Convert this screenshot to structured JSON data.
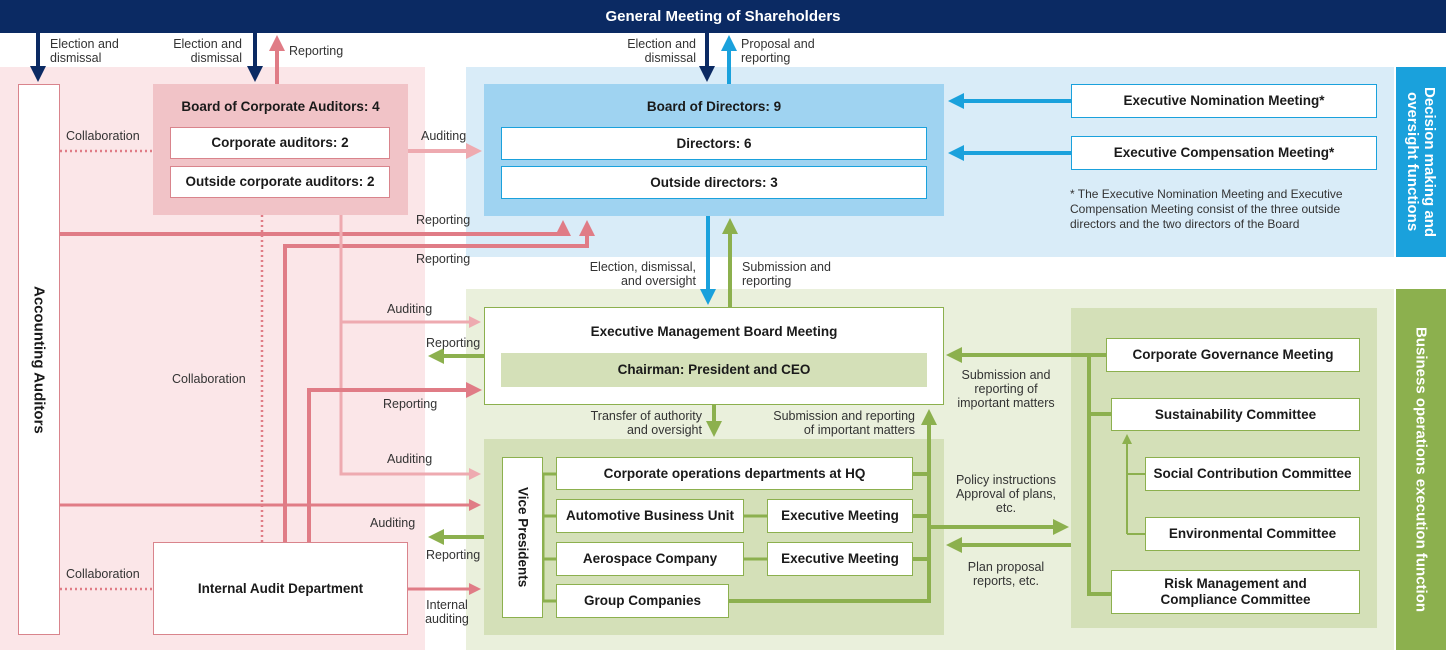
{
  "header": {
    "title": "General Meeting of Shareholders"
  },
  "side_labels": {
    "decision": "Decision making and oversight functions",
    "business": "Business operations execution function"
  },
  "accounting_auditors": "Accounting Auditors",
  "board_of_auditors": {
    "title": "Board of Corporate Auditors: 4",
    "items": [
      "Corporate auditors: 2",
      "Outside corporate auditors: 2"
    ]
  },
  "board_of_directors": {
    "title": "Board of Directors: 9",
    "items": [
      "Directors: 6",
      "Outside directors: 3"
    ]
  },
  "nomination_meeting": "Executive Nomination Meeting*",
  "compensation_meeting": "Executive Compensation Meeting*",
  "footnote": "* The Executive Nomination Meeting and Executive Compensation Meeting consist of the three outside directors and the two directors of the Board",
  "executive_board": {
    "title": "Executive Management Board Meeting",
    "chairman": "Chairman: President and CEO"
  },
  "vice_presidents": "Vice Presidents",
  "units": {
    "hq": "Corporate operations departments at HQ",
    "automotive": "Automotive Business Unit",
    "automotive_exec": "Executive Meeting",
    "aerospace": "Aerospace Company",
    "aerospace_exec": "Executive Meeting",
    "group": "Group Companies"
  },
  "internal_audit": "Internal Audit Department",
  "committees": {
    "governance": "Corporate Governance Meeting",
    "sustainability": "Sustainability Committee",
    "social": "Social Contribution Committee",
    "environmental": "Environmental Committee",
    "risk": "Risk Management and Compliance Committee"
  },
  "labels": {
    "election_dismissal": "Election and dismissal",
    "reporting": "Reporting",
    "proposal_reporting": "Proposal and reporting",
    "collaboration": "Collaboration",
    "auditing": "Auditing",
    "election_dismissal_oversight": "Election, dismissal, and oversight",
    "submission_reporting": "Submission and reporting",
    "transfer_authority": "Transfer of authority and oversight",
    "submission_important": "Submission and reporting of important matters",
    "submission_reporting_important": "Submission and reporting of important matters",
    "policy_instructions": "Policy instructions Approval of plans, etc.",
    "plan_proposal": "Plan proposal reports, etc.",
    "internal_auditing": "Internal auditing"
  },
  "colors": {
    "navy": "#0b2a63",
    "blue": "#1aa1dc",
    "pink": "#e07c86",
    "pink_light": "#eeaab0",
    "green": "#8cb04e"
  }
}
